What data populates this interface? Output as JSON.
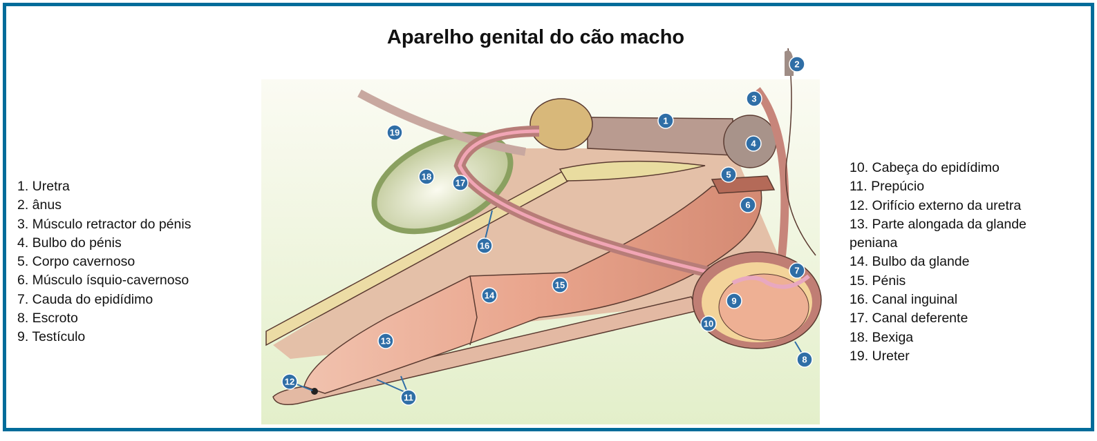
{
  "title": "Aparelho genital do cão macho",
  "legend_left": [
    "1. Uretra",
    "2. ânus",
    "3. Músculo retractor do pénis",
    "4. Bulbo do pénis",
    "5. Corpo cavernoso",
    "6. Músculo ísquio-cavernoso",
    "7. Cauda do epidídimo",
    "8. Escroto",
    "9. Testículo"
  ],
  "legend_right": [
    "10. Cabeça do epidídimo",
    "11. Prepúcio",
    "12. Orifício externo da uretra",
    "13. Parte alongada da glande peniana",
    "14. Bulbo da glande",
    "15. Pénis",
    "16. Canal inguinal",
    "17. Canal deferente",
    "18. Bexiga",
    "19. Ureter"
  ],
  "markers": [
    "1",
    "2",
    "3",
    "4",
    "5",
    "6",
    "7",
    "8",
    "9",
    "10",
    "11",
    "12",
    "13",
    "14",
    "15",
    "16",
    "17",
    "18",
    "19"
  ],
  "colors": {
    "frame": "#006c9a",
    "marker": "#2f6ea6"
  }
}
